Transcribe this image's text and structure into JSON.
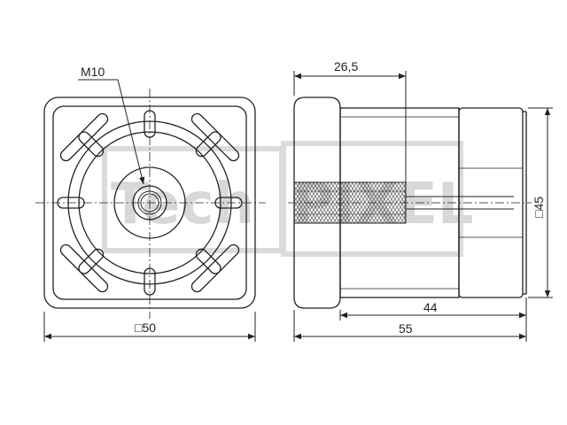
{
  "labels": {
    "thread": "M10",
    "depth": "26,5",
    "square_side": "□50",
    "tube_size": "□45",
    "insert_length": "44",
    "overall_length": "55"
  },
  "watermark": "TechPIXEL",
  "colors": {
    "line": "#222222",
    "watermark": "#d4d4d4",
    "background": "#ffffff"
  }
}
